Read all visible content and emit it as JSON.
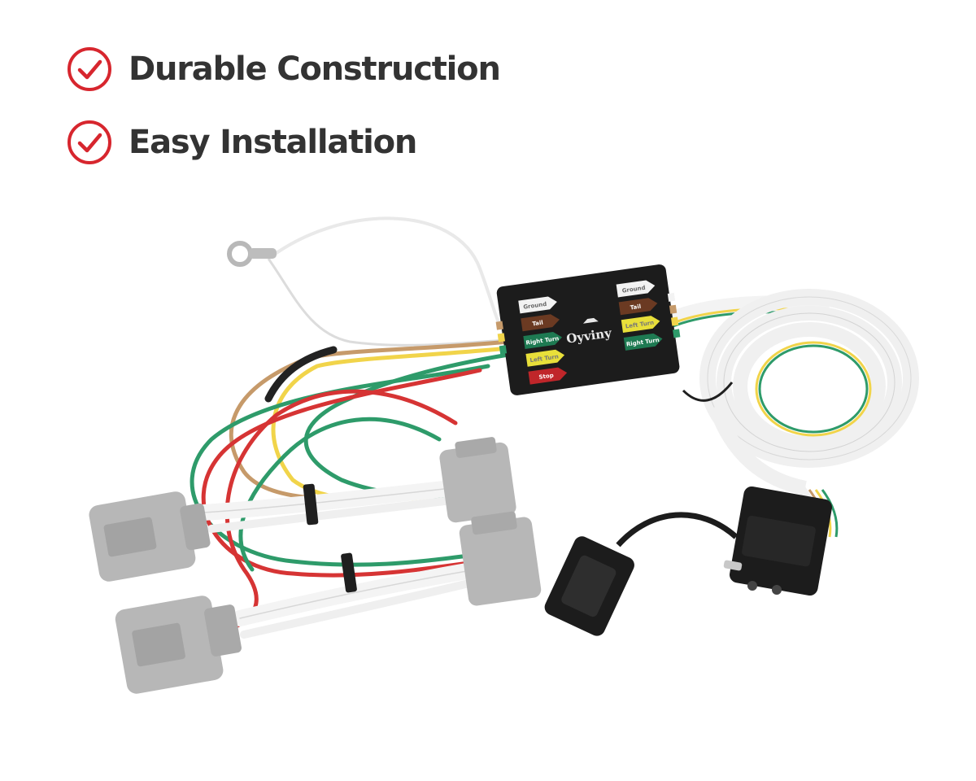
{
  "features": [
    {
      "label": "Durable Construction",
      "icon": "check-circle-icon"
    },
    {
      "label": "Easy Installation",
      "icon": "check-circle-icon"
    }
  ],
  "product": {
    "brand": "Oyviny",
    "left_labels": [
      "Ground",
      "Tail",
      "Right Turn",
      "Left Turn",
      "Stop"
    ],
    "right_labels": [
      "Ground",
      "Tail",
      "Left Turn",
      "Right Turn"
    ]
  },
  "colors": {
    "accent": "#d7262e",
    "text": "#333333",
    "wire_white": "#f2f2f2",
    "wire_brown": "#c69a6a",
    "wire_yellow": "#f1d44a",
    "wire_green": "#2e9b6a",
    "wire_red": "#d63434",
    "connector_gray": "#b7b7b7"
  }
}
